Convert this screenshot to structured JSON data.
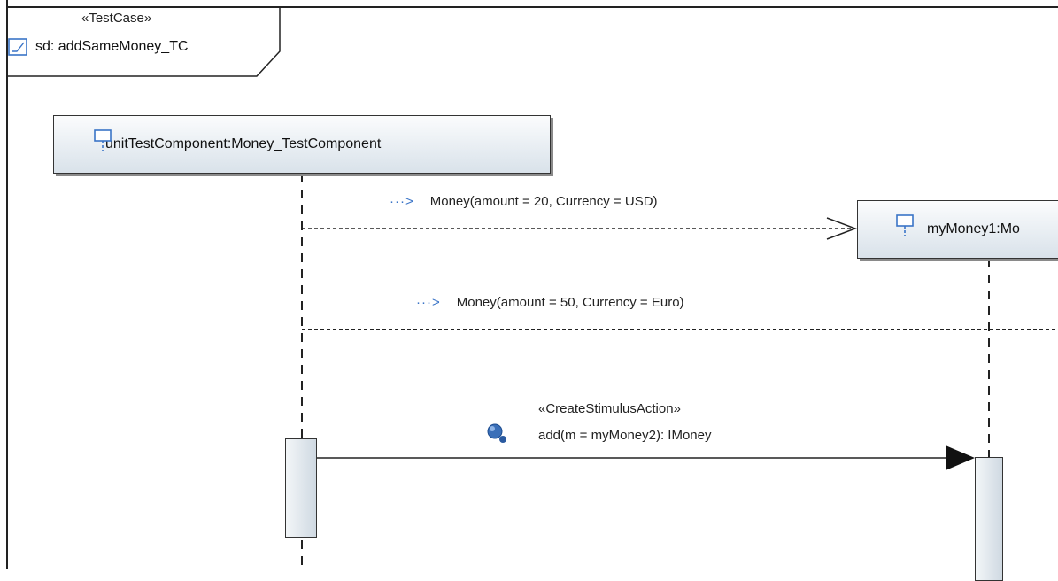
{
  "frame": {
    "stereotype": "«TestCase»",
    "title": "sd: addSameMoney_TC",
    "icon": "sequence-diagram-icon"
  },
  "lifelines": [
    {
      "label": "unitTestComponent:Money_TestComponent",
      "icon": "lifeline-icon"
    },
    {
      "label": "myMoney1:Mo",
      "icon": "lifeline-icon"
    }
  ],
  "messages": [
    {
      "arrow_icon": "···>",
      "label": "Money(amount = 20, Currency = USD)",
      "style": "dashed-open-arrow"
    },
    {
      "arrow_icon": "···>",
      "label": "Money(amount = 50, Currency = Euro)",
      "style": "dashed"
    },
    {
      "stereotype": "«CreateStimulusAction»",
      "label": "add(m = myMoney2): IMoney",
      "style": "solid-filled-arrow",
      "icon": "stimulus-action-icon"
    }
  ],
  "colors": {
    "line": "#1a1a1a",
    "lifeline_fill_top": "#fbfcfd",
    "lifeline_fill_bottom": "#d9e2ea",
    "accent": "#3a74c7"
  }
}
